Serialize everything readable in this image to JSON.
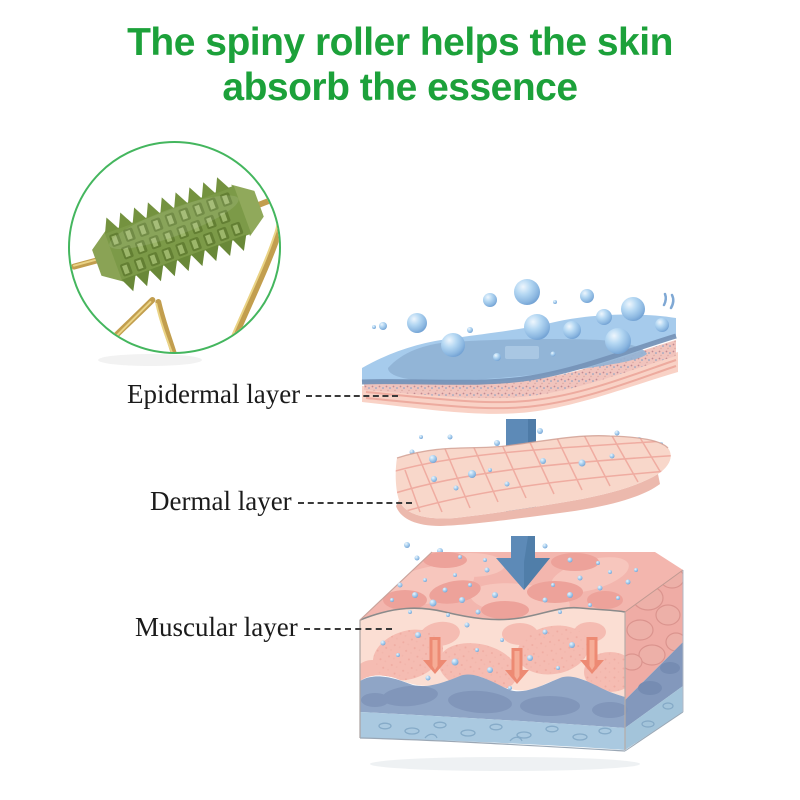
{
  "title": {
    "line1": "The spiny roller helps the skin",
    "line2": "absorb the essence"
  },
  "diagram": {
    "labels": [
      {
        "id": "epidermal",
        "text": "Epidermal layer"
      },
      {
        "id": "dermal",
        "text": "Dermal layer"
      },
      {
        "id": "muscular",
        "text": "Muscular layer"
      }
    ]
  },
  "colors": {
    "title_green": "#1ca13a",
    "inset_circle_border": "#44b65e",
    "jade_roller_green": "#74923f",
    "gold_handle": "#c9a452",
    "water_droplet_blue": "#8ab6e0",
    "epidermis_surface_blue": "#a6cbec",
    "skin_pink": "#f8d3c8",
    "muscle_pink": "#f3b6ae",
    "muscle_deep_blue": "#8fa5c6",
    "base_light_blue": "#aac9e0",
    "absorption_arrow_blue": "#5d8ab7",
    "pressure_arrow_red": "#ed8a73",
    "label_text": "#1b1b1b"
  }
}
